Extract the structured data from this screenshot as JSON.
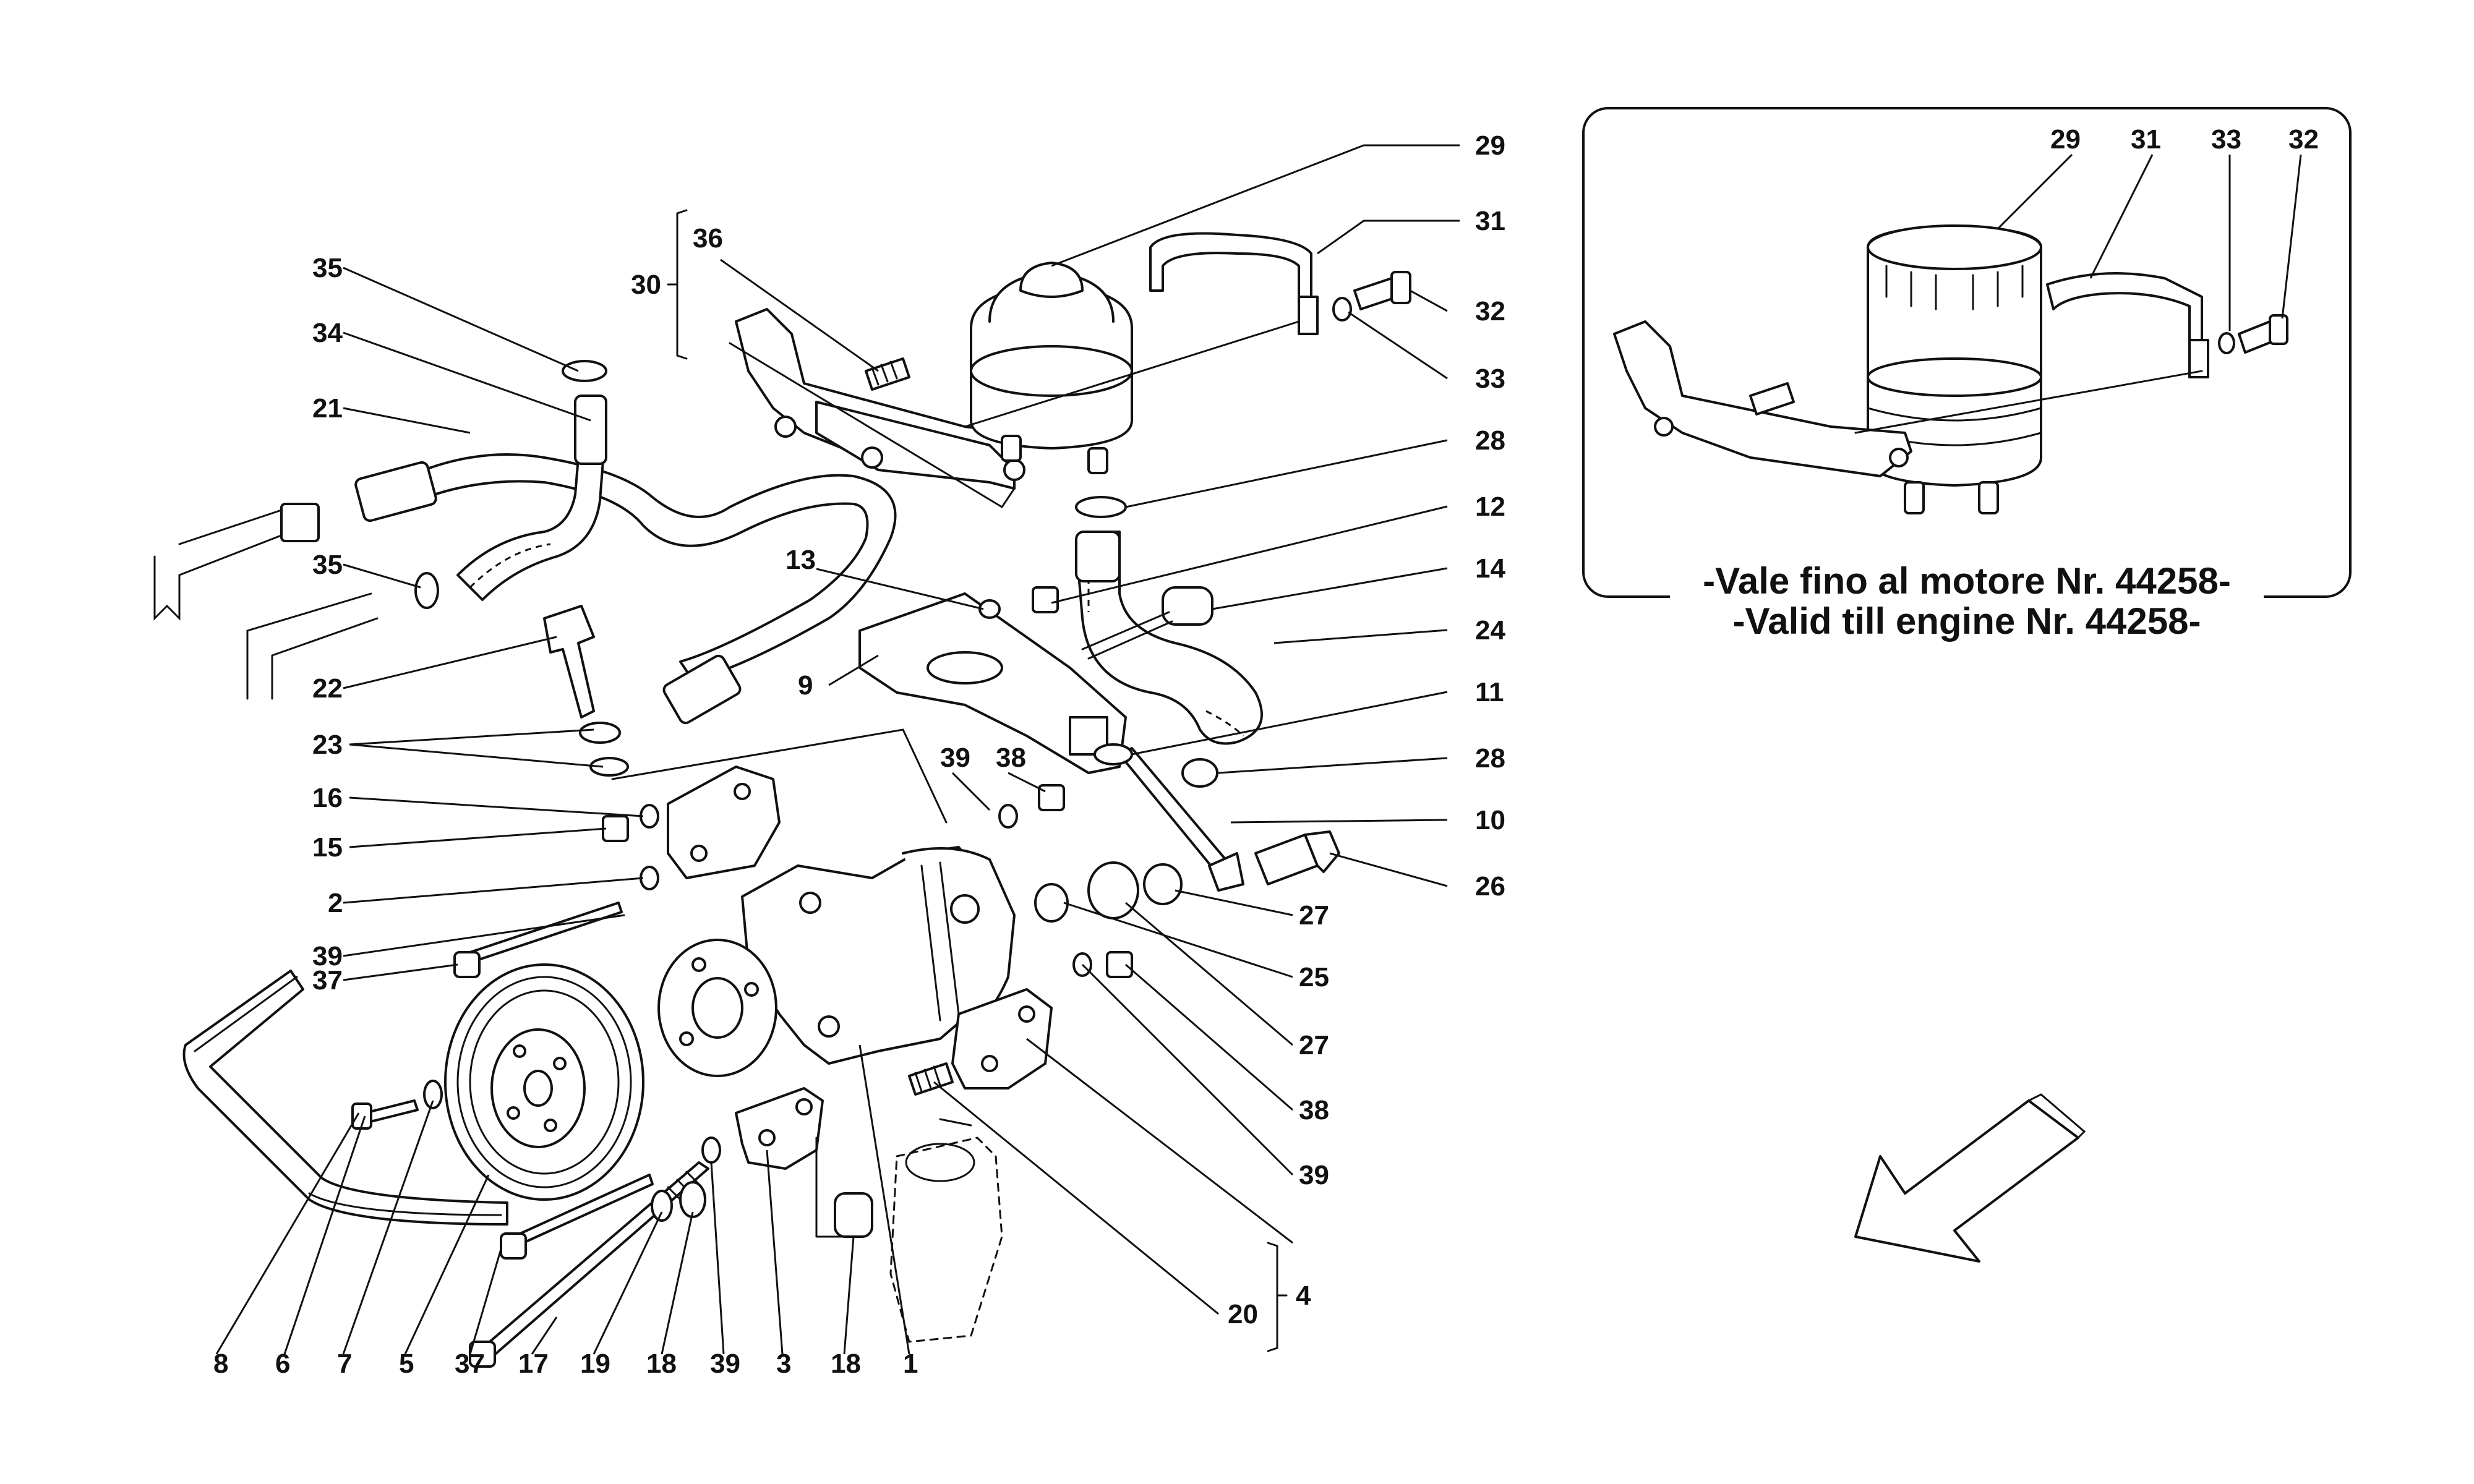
{
  "part_labels": {
    "p1": "1",
    "p2": "2",
    "p3": "3",
    "p4": "4",
    "p5": "5",
    "p6": "6",
    "p7": "7",
    "p8": "8",
    "p9": "9",
    "p10": "10",
    "p11": "11",
    "p12": "12",
    "p13": "13",
    "p14": "14",
    "p15": "15",
    "p16": "16",
    "p17": "17",
    "p18": "18",
    "p19": "19",
    "p20": "20",
    "p21": "21",
    "p22": "22",
    "p23": "23",
    "p24": "24",
    "p25": "25",
    "p26": "26",
    "p27": "27",
    "p28": "28",
    "p29": "29",
    "p30": "30",
    "p31": "31",
    "p32": "32",
    "p33": "33",
    "p34": "34",
    "p35": "35",
    "p36": "36",
    "p37": "37",
    "p38": "38",
    "p39": "39"
  },
  "inset": {
    "note_it": "-Vale fino al motore Nr. 44258-",
    "note_en": "-Valid till engine Nr. 44258-"
  }
}
